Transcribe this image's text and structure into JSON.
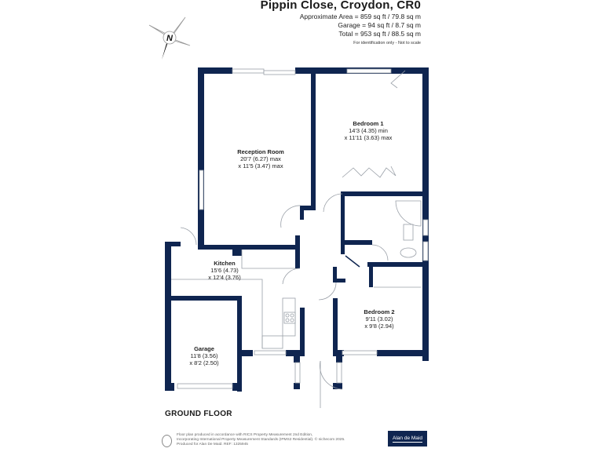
{
  "header": {
    "title": "Pippin Close, Croydon, CR0",
    "areas": [
      "Approximate Area = 859 sq ft / 79.8 sq m",
      "Garage = 94 sq ft / 8.7 sq m",
      "Total = 953 sq ft / 88.5 sq m"
    ],
    "disclaimer": "For identification only - Not to scale"
  },
  "compass": {
    "label": "N",
    "icon": "compass-rose-icon"
  },
  "colors": {
    "wall": "#0f2550",
    "fixture": "#9aa0a8",
    "brand_bg": "#0f2550"
  },
  "rooms": [
    {
      "name": "Reception Room",
      "dim1": "20'7 (6.27) max",
      "dim2": "x 11'5 (3.47) max"
    },
    {
      "name": "Bedroom 1",
      "dim1": "14'3 (4.35) min",
      "dim2": "x 11'11 (3.63) max"
    },
    {
      "name": "Kitchen",
      "dim1": "15'6 (4.73)",
      "dim2": "x 12'4 (3.76)"
    },
    {
      "name": "Bedroom 2",
      "dim1": "9'11 (3.02)",
      "dim2": "x 9'8 (2.94)"
    },
    {
      "name": "Garage",
      "dim1": "11'8 (3.56)",
      "dim2": "x 8'2 (2.50)"
    }
  ],
  "floor_label": "GROUND FLOOR",
  "footer": {
    "line1": "Floor plan produced in accordance with RICS Property Measurement 2nd Edition,",
    "line2": "Incorporating International Property Measurement Standards (IPMS2 Residential). © nichecom 2025.",
    "line3": "Produced for Alan De Maid.   REF: 1325945"
  },
  "brand": {
    "label": "Alan de Maid"
  }
}
